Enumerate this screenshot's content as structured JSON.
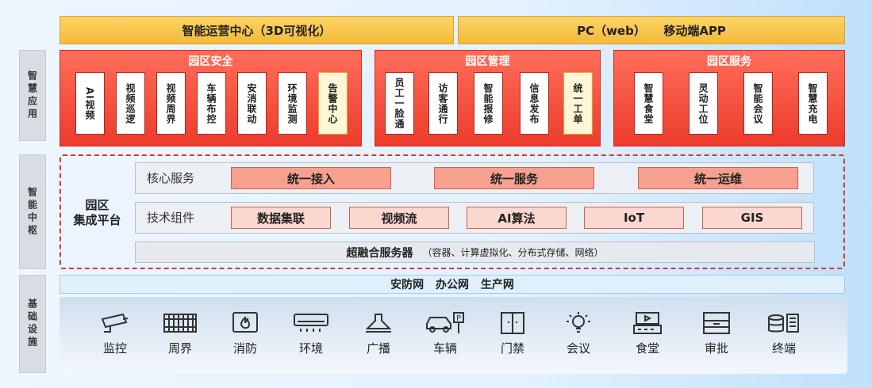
{
  "side_labels": {
    "app": "智慧应用",
    "mid": "智能中枢",
    "base": "基础设施"
  },
  "top": {
    "left": "智能运营中心（3D可视化）",
    "right": "PC（web）　　移动端APP"
  },
  "groups": [
    {
      "title": "园区安全",
      "items": [
        "AI视频",
        "视频巡逻",
        "视频周界",
        "车辆布控",
        "安消联动",
        "环境监测",
        "告警中心"
      ]
    },
    {
      "title": "园区管理",
      "items": [
        "员工一脸通",
        "访客通行",
        "智能报修",
        "信息发布",
        "统一工单"
      ]
    },
    {
      "title": "园区服务",
      "items": [
        "智慧食堂",
        "灵动工位",
        "智能会议",
        "智慧充电"
      ]
    }
  ],
  "platform": {
    "label_line1": "园区",
    "label_line2": "集成平台",
    "core_label": "核心服务",
    "core": [
      "统一接入",
      "统一服务",
      "统一运维"
    ],
    "tech_label": "技术组件",
    "tech": [
      "数据集联",
      "视频流",
      "AI算法",
      "IoT",
      "GIS"
    ],
    "hyper_main": "超融合服务器",
    "hyper_sub": "（容器、计算虚拟化、分布式存储、网络）"
  },
  "networks": "安防网 办公网 生产网",
  "devices": [
    {
      "label": "监控",
      "icon": "camera-icon"
    },
    {
      "label": "周界",
      "icon": "fence-icon"
    },
    {
      "label": "消防",
      "icon": "fire-icon"
    },
    {
      "label": "环境",
      "icon": "air-conditioner-icon"
    },
    {
      "label": "广播",
      "icon": "speaker-icon"
    },
    {
      "label": "车辆",
      "icon": "car-parking-icon"
    },
    {
      "label": "门禁",
      "icon": "door-icon"
    },
    {
      "label": "会议",
      "icon": "bulb-icon"
    },
    {
      "label": "食堂",
      "icon": "pos-icon"
    },
    {
      "label": "审批",
      "icon": "box-icon"
    },
    {
      "label": "终端",
      "icon": "server-icon"
    }
  ],
  "colors": {
    "red": "#ec3b2c",
    "orange": "#f4b93a",
    "salmon": "#f6a08f",
    "dashed": "#d03a35"
  }
}
